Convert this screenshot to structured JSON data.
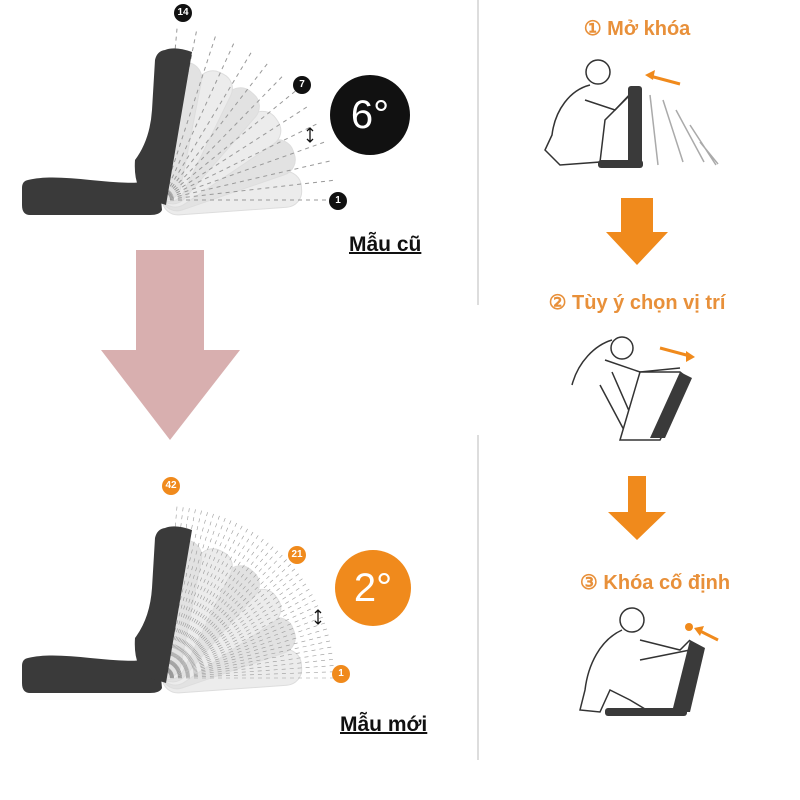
{
  "old_model": {
    "label": "Mẫu cũ",
    "angle": "6°",
    "marks": [
      "14",
      "7",
      "1"
    ],
    "steps": 14,
    "color": "#111111"
  },
  "new_model": {
    "label": "Mẫu mới",
    "angle": "2°",
    "marks": [
      "42",
      "21",
      "1"
    ],
    "steps": 42,
    "color": "#f08a1c"
  },
  "steps": [
    {
      "label": "① Mở khóa"
    },
    {
      "label": "② Tùy ý chọn vị trí"
    },
    {
      "label": "③ Khóa cố định"
    }
  ],
  "colors": {
    "accent": "#e8903a",
    "big_arrow": "#d8afaf",
    "chair": "#3a3a3a"
  }
}
